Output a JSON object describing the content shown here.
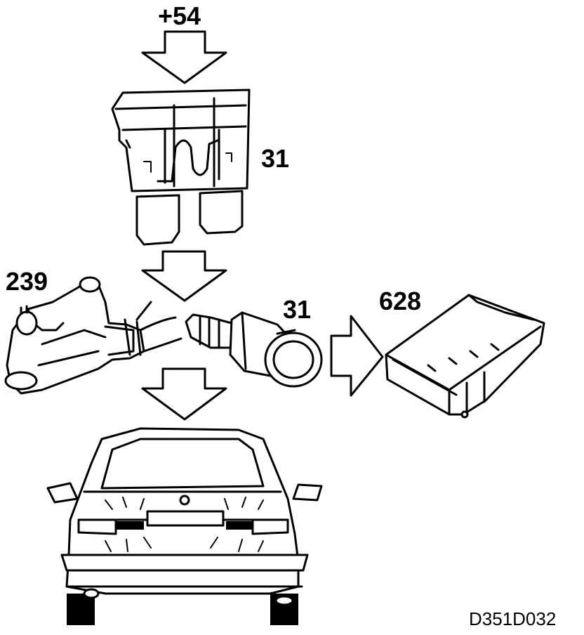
{
  "labels": {
    "supply": "+54",
    "fuse": "31",
    "wiper_motor": "239",
    "switch": "31",
    "control_module": "628",
    "figure_code": "D351D032"
  },
  "icons": {
    "arrow": "block-arrow-icon",
    "fuse": "blade-fuse-icon",
    "motor": "wiper-motor-icon",
    "switch": "pressure-switch-icon",
    "module": "control-module-icon",
    "car": "car-rear-view-icon"
  },
  "colors": {
    "ink": "#000000",
    "background": "#ffffff"
  }
}
